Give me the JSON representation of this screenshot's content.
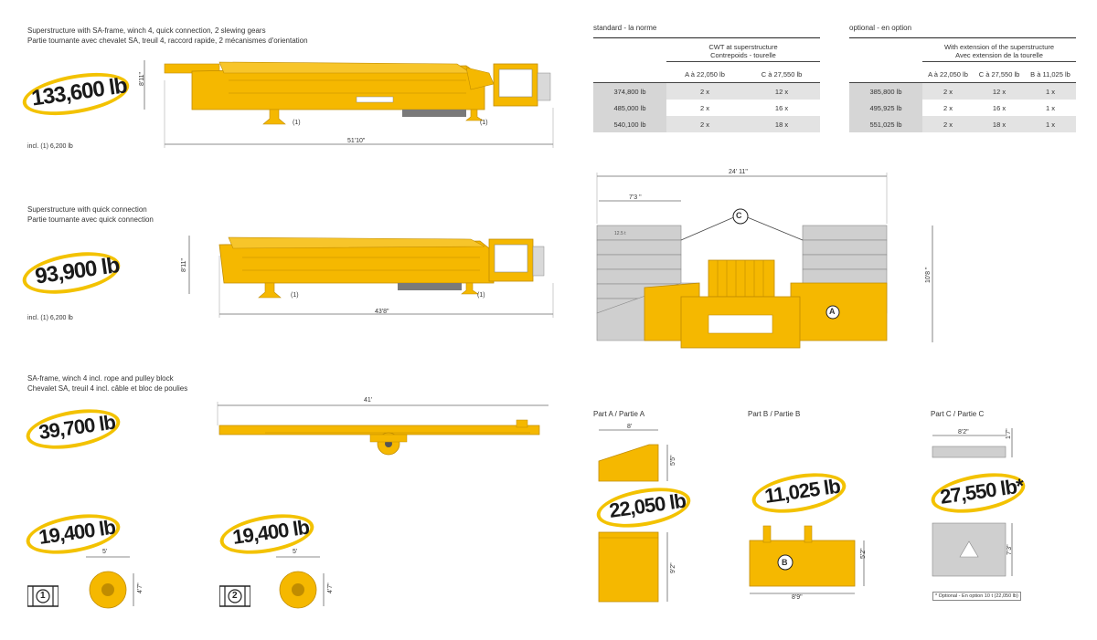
{
  "colors": {
    "crane_yellow": "#f5b800",
    "ellipse_yellow": "#f3c200",
    "cwt_grey": "#cfcfcf",
    "shade": "#e3e3e3"
  },
  "section1": {
    "caption_en": "Superstructure with SA-frame, winch 4, quick connection, 2 slewing gears",
    "caption_fr": "Partie tournante avec chevalet SA, treuil 4, raccord rapide, 2 mécanismes d'orientation",
    "weight": "133,600 lb",
    "height_dim": "8'11\"",
    "length_dim": "51'10\"",
    "marker_left": "(1)",
    "marker_right": "(1)",
    "note": "incl. (1) 6,200 lb"
  },
  "section2": {
    "caption_en": "Superstructure with quick connection",
    "caption_fr": "Partie tournante avec quick connection",
    "weight": "93,900 lb",
    "height_dim": "8'11\"",
    "length_dim": "43'8\"",
    "marker_left": "(1)",
    "marker_right": "(1)",
    "note": "incl. (1) 6,200 lb"
  },
  "section3": {
    "caption_en": "SA-frame, winch 4 incl. rope and pulley block",
    "caption_fr": "Chevalet SA, treuil 4 incl. câble et bloc de poulies",
    "weight": "39,700 lb",
    "length_dim": "41'"
  },
  "section4": {
    "items": [
      {
        "weight": "19,400 lb",
        "badge": "1",
        "width_dim": "5'",
        "height_dim": "4'7\""
      },
      {
        "weight": "19,400 lb",
        "badge": "2",
        "width_dim": "5'",
        "height_dim": "4'7\""
      }
    ]
  },
  "table_standard": {
    "label": "standard - la norme",
    "group_header_en": "CWT at superstructure",
    "group_header_fr": "Contrepoids - tourelle",
    "columns": [
      "",
      "A à 22,050 lb",
      "C à 27,550 lb"
    ],
    "rows": [
      [
        "374,800 lb",
        "2 x",
        "12 x"
      ],
      [
        "485,000 lb",
        "2 x",
        "16 x"
      ],
      [
        "540,100 lb",
        "2 x",
        "18 x"
      ]
    ]
  },
  "table_optional": {
    "label": "optional - en option",
    "group_header_en": "With extension of the superstructure",
    "group_header_fr": "Avec extension de la tourelle",
    "columns": [
      "",
      "A à 22,050 lb",
      "C à 27,550 lb",
      "B à 11,025 lb"
    ],
    "rows": [
      [
        "385,800 lb",
        "2 x",
        "12 x",
        "1 x"
      ],
      [
        "495,925 lb",
        "2 x",
        "16 x",
        "1 x"
      ],
      [
        "551,025 lb",
        "2 x",
        "18 x",
        "1 x"
      ]
    ]
  },
  "cwt_drawing": {
    "total_width": "24' 11\"",
    "stack_width": "7'3 \"",
    "height": "10'8 \"",
    "label_c": "C",
    "label_a": "A",
    "plate_label": "12.5 t"
  },
  "parts": {
    "a": {
      "title": "Part A / Partie A",
      "width_dim": "8'",
      "height_dim": "5'5\"",
      "weight": "22,050 lb",
      "depth_dim": "9'2\""
    },
    "b": {
      "title": "Part B / Partie B",
      "weight": "11,025 lb",
      "label": "B",
      "height_dim": "5'2\"",
      "width_dim": "8'9\""
    },
    "c": {
      "title": "Part C / Partie C",
      "width_dim": "8'2\"",
      "height_dim": "1'7\"",
      "weight": "27,550 lb*",
      "depth_dim": "7'3\"",
      "footnote": "* Optional - En option 10 t (22,050 lb)"
    }
  }
}
